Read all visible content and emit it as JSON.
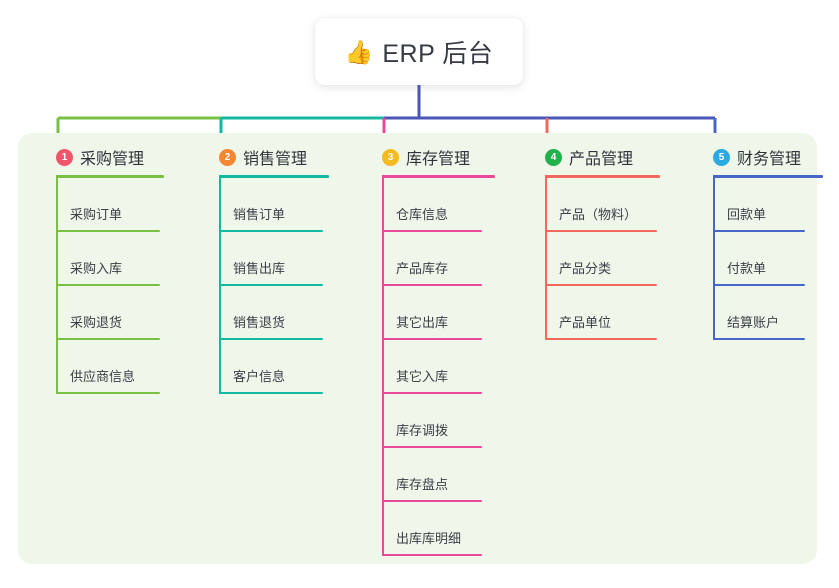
{
  "root": {
    "icon": "thumbs-up-icon",
    "emoji": "👍",
    "title": "ERP 后台"
  },
  "theme": {
    "panel_bg": "#eff7ea",
    "page_bg": "#ffffff",
    "card_bg": "#ffffff",
    "title_color": "#353a44",
    "root_stem_color": "#4a57b8",
    "bus_left_color": "#7ac143",
    "bus_mid_color": "#12b8a0",
    "bus_right_color": "#4a57b8"
  },
  "columns": [
    {
      "number": "1",
      "label": "采购管理",
      "badge_color": "#f1556c",
      "line_color": "#7ac143",
      "items": [
        "采购订单",
        "采购入库",
        "采购退货",
        "供应商信息"
      ]
    },
    {
      "number": "2",
      "label": "销售管理",
      "badge_color": "#f58634",
      "line_color": "#12b8a0",
      "items": [
        "销售订单",
        "销售出库",
        "销售退货",
        "客户信息"
      ]
    },
    {
      "number": "3",
      "label": "库存管理",
      "badge_color": "#f5b921",
      "line_color": "#ec4899",
      "items": [
        "仓库信息",
        "产品库存",
        "其它出库",
        "其它入库",
        "库存调拨",
        "库存盘点",
        "出库库明细"
      ]
    },
    {
      "number": "4",
      "label": "产品管理",
      "badge_color": "#22b24c",
      "line_color": "#f4675b",
      "items": [
        "产品（物料）",
        "产品分类",
        "产品单位"
      ]
    },
    {
      "number": "5",
      "label": "财务管理",
      "badge_color": "#29abe2",
      "line_color": "#4a67c8",
      "items": [
        "回款单",
        "付款单",
        "结算账户"
      ]
    }
  ]
}
